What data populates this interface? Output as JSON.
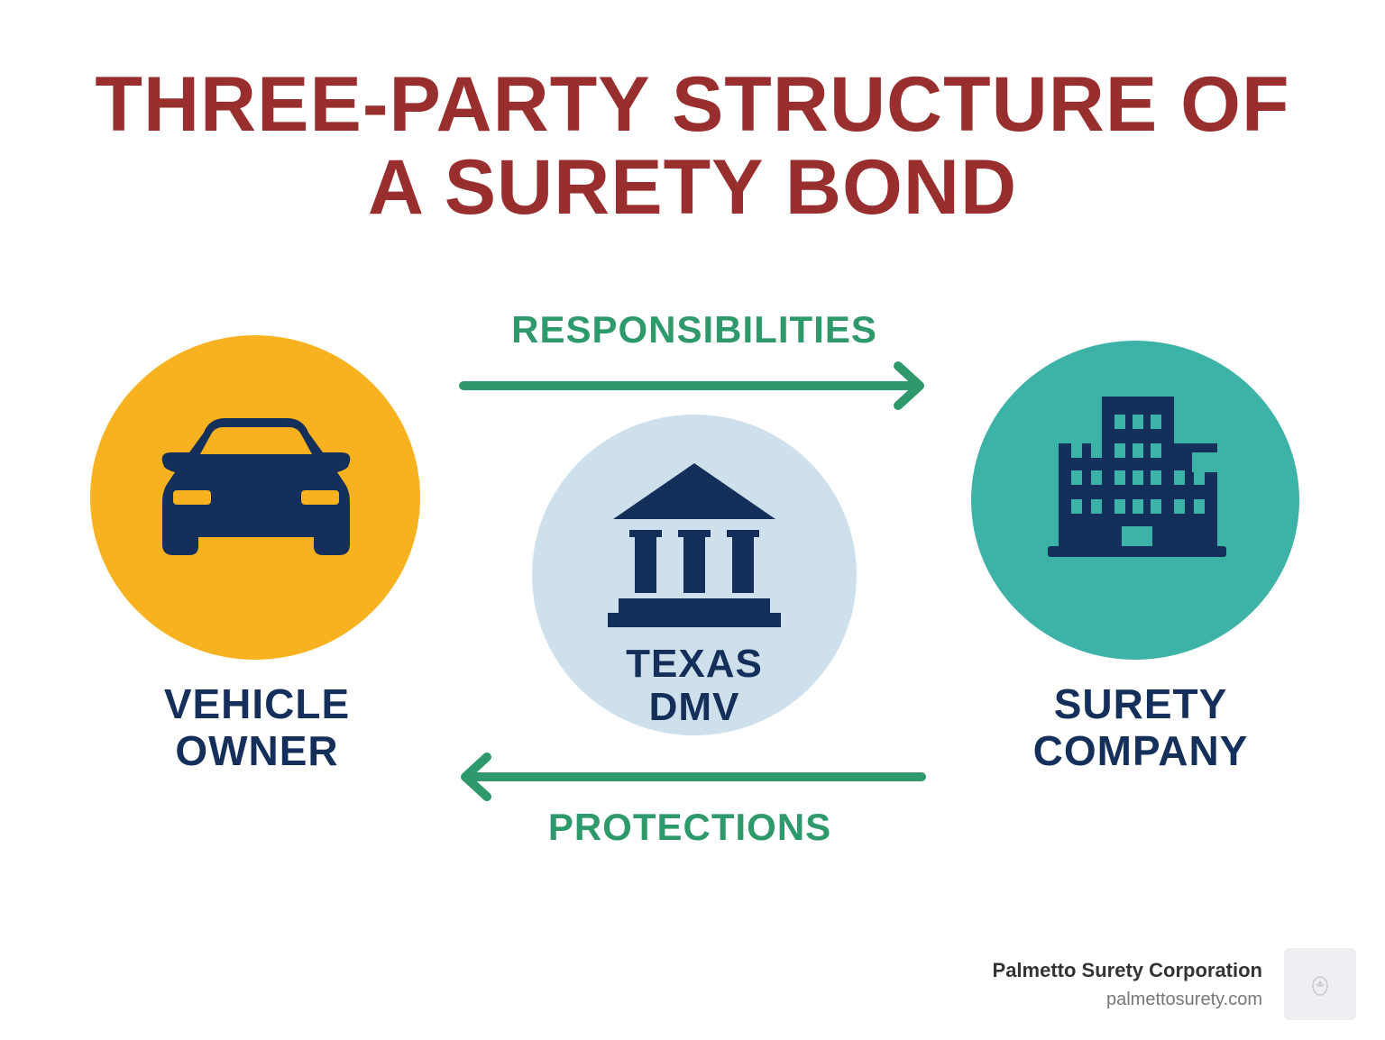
{
  "title": {
    "line1": "THREE-PARTY STRUCTURE OF",
    "line2": "A SURETY BOND",
    "color": "#992e2e"
  },
  "parties": {
    "owner": {
      "line1": "VEHICLE",
      "line2": "OWNER",
      "icon": "car-icon",
      "circle_color": "#f9b21f"
    },
    "dmv": {
      "line1": "TEXAS",
      "line2": "DMV",
      "icon": "government-building-icon",
      "circle_color": "#cde0ec"
    },
    "surety": {
      "line1": "SURETY",
      "line2": "COMPANY",
      "icon": "office-building-icon",
      "circle_color": "#3db3a7"
    }
  },
  "flows": {
    "top": {
      "label": "RESPONSIBILITIES",
      "direction": "right",
      "icon": "arrow-right-icon"
    },
    "bottom": {
      "label": "PROTECTIONS",
      "direction": "left",
      "icon": "arrow-left-icon"
    },
    "color": "#2e9a6c"
  },
  "icon_color": "#14305a",
  "footer": {
    "company": "Palmetto Surety Corporation",
    "url": "palmettosurety.com",
    "logo_icon": "company-logo-icon"
  }
}
